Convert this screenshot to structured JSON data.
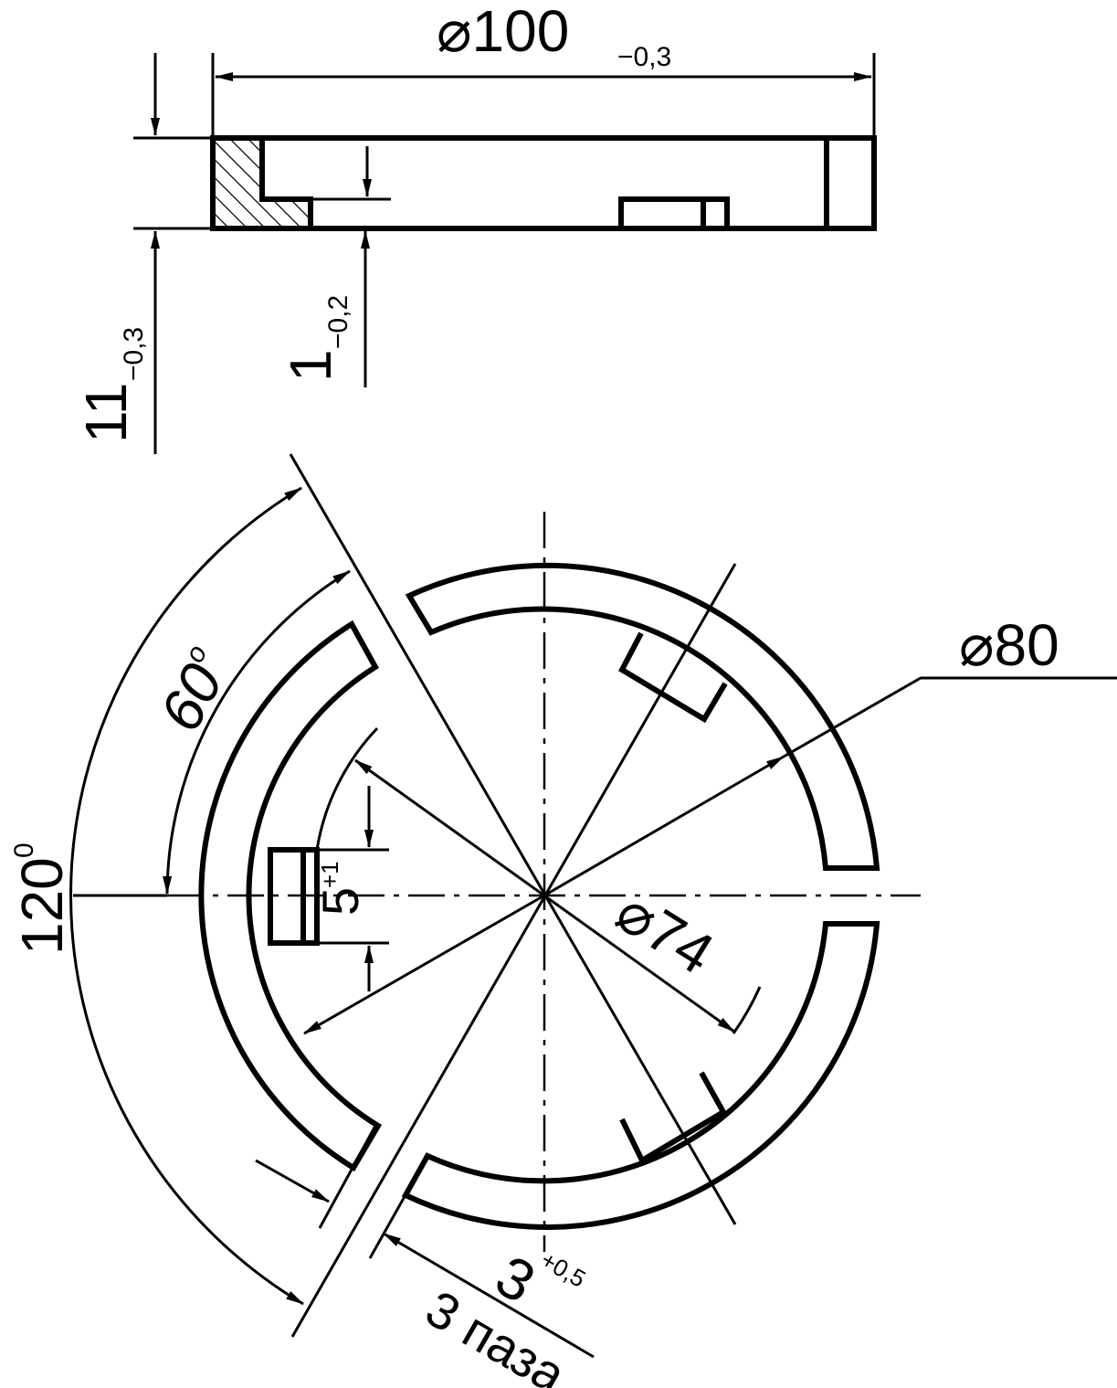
{
  "dimensions": {
    "outer_diameter": {
      "symbol": "⌀",
      "value": "100",
      "tolerance": "−0,3"
    },
    "height": {
      "value": "11",
      "tolerance": "−0,3"
    },
    "step": {
      "value": "1",
      "tolerance": "−0,2"
    },
    "angle_large": {
      "value": "120",
      "unit": "0"
    },
    "angle_small": {
      "value": "60",
      "unit": "o"
    },
    "slot_width": {
      "value": "5",
      "tolerance": "+1"
    },
    "diameter_80": {
      "symbol": "⌀",
      "value": "80"
    },
    "diameter_74": {
      "symbol": "⌀",
      "value": "74"
    },
    "gap": {
      "value": "3",
      "tolerance": "+0,5"
    },
    "note": "3 паза"
  }
}
